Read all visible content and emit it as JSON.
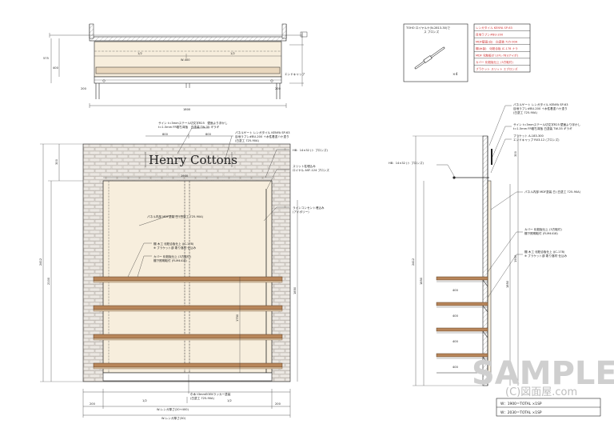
{
  "top_plan": {
    "dims": [
      "1/2",
      "1/2",
      "W-400",
      "1800",
      "575",
      "400",
      "200",
      "550",
      "200"
    ],
    "labels": [
      "エンドキャップ"
    ]
  },
  "detail": {
    "caption_line1": "TOHO ロイヤルナ(N-2813-30)で",
    "caption_line2": "ス ブロンズ",
    "qty": "×4"
  },
  "spec_table": {
    "rows": [
      {
        "text": "レンガタイル KENYA SP-63",
        "color": "#d03030"
      },
      {
        "text": "目地ラブン#BU-200",
        "color": "#d03030"
      },
      {
        "text": "MDF壁面(白)　白塗装 725-90A",
        "color": "#d03030"
      },
      {
        "text": "棚(木製)　化粧合板 JC-178 ナラ",
        "color": "#d03030"
      },
      {
        "text": "MDF 化粧板ポリ(FL-78)(アイボ)",
        "color": "#d03030"
      },
      {
        "text": "カバー 化粧板仕上 (3方取付)",
        "color": "#d03030"
      },
      {
        "text": "ブラケット スリット エブロンズ",
        "color": "#d03030"
      }
    ]
  },
  "front": {
    "logo": "Henry Cottons",
    "dims_top": [
      "800",
      "800"
    ],
    "dims_height": [
      "2412",
      "2100",
      "1850",
      "300",
      "1900",
      "1750"
    ],
    "dims_bottom": [
      "200",
      "1/2",
      "1/2",
      "200",
      "W-レンガ厚さ(20+400)",
      "W-レンガ厚さ(30)"
    ],
    "callouts": [
      "サイン t=3mmステール切文字R25　壁面より浮かし",
      "t=1.5mm FR樹ち背板　白塗装 TW-35 ギラギ",
      "パネルゲート レンガタイル KENYA SP-63",
      "目地ラブン#BU-200 ＋水性着塗ハケ塗り",
      "(白塗工 725-90A)",
      "HB：14×32 (ト ブロンズ)",
      "スリット柱埋込み",
      "ロイヤル ASF-124 ブロンズ",
      "パネル内部 MDF塗装 白 (白塗工 725-90A)",
      "ラインコンセント埋込み",
      "(アイボリー)",
      "棚 木工 化粧合板仕上 (JC-178)",
      "※ ブラケット部 彫り落材 仕込み",
      "カバー 化粧板仕上 (3方取付)",
      "棚下照明取付 (FLM4418)",
      "巾木 t3mmEOEKラッカー塗装",
      "(白塗工 725-90A)"
    ]
  },
  "side": {
    "dims": [
      "400",
      "400",
      "400",
      "400",
      "2412",
      "1850",
      "1900",
      "300"
    ],
    "callouts": [
      "パネルゲート レンガタイル KENYA SP-63",
      "目地ラブン#BU-200 ＋水性着塗ハケ塗り",
      "(白塗工 725-90A)",
      "サイン t=3mmステール切文字R25 壁面より浮かし",
      "t=1.5mm FR樹ち背板 白塗装 TW-35 ギラギ",
      "ブラケット A-183-300",
      "エンドキャップ R03-12 (ブロンズ)",
      "HB：14×32 (ト ブロンズ)",
      "パネル内部 MDF塗装 白 (白塗工 725-90A)",
      "カバー 化粧板仕上 (3方取付)",
      "棚下照明取付 (FLM4418)",
      "棚 木工 化粧合板仕上 (JC-178)",
      "※ ブラケット部 彫り落材 仕込み"
    ]
  },
  "totals": [
    "W：1900＝TOTAL ×1SP",
    "W：2030＝TOTAL ×1SP"
  ],
  "watermark": {
    "main": "SAMPLE",
    "sub": "(C)図面屋.com"
  },
  "colors": {
    "line": "#222222",
    "dim": "#3a3a3a",
    "panel": "#f7eedd",
    "brick": "#e6e1db",
    "mortar": "#ffffff",
    "shelf": "#b8865a",
    "red": "#d03030"
  }
}
